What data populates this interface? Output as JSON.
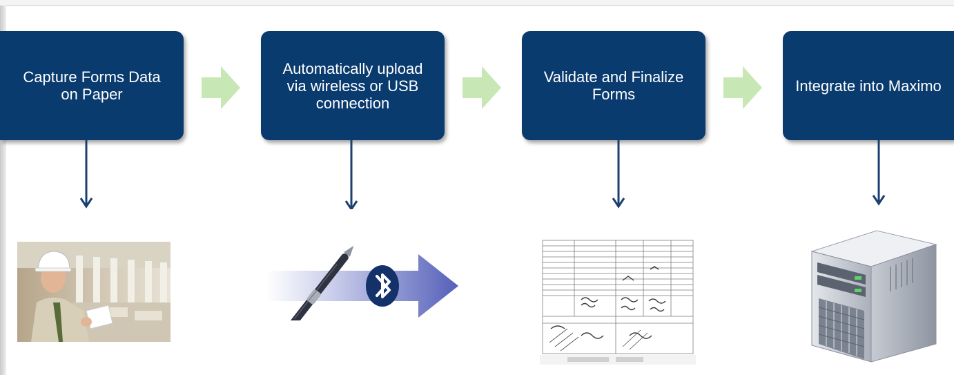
{
  "steps": [
    {
      "label": "Capture Forms Data\non Paper"
    },
    {
      "label": "Automatically upload\nvia wireless or USB\nconnection"
    },
    {
      "label": "Validate and Finalize\nForms"
    },
    {
      "label": "Integrate into Maximo"
    }
  ],
  "illustrations": [
    {
      "icon": "worker-photo"
    },
    {
      "icon": "pen-bluetooth-icon"
    },
    {
      "icon": "paper-form-icon"
    },
    {
      "icon": "server-icon"
    }
  ],
  "colors": {
    "step_box": "#0a3b6f",
    "flow_arrow": "#c7e8b5",
    "connector": "#1b3f6e"
  }
}
